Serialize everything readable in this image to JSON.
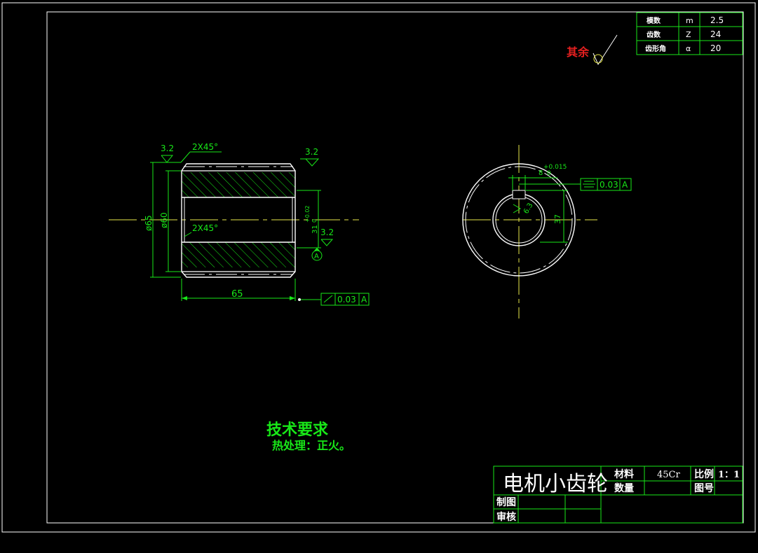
{
  "gear_table": [
    {
      "name": "模数",
      "symbol": "m",
      "value": "2.5"
    },
    {
      "name": "齿数",
      "symbol": "Z",
      "value": "24"
    },
    {
      "name": "齿形角",
      "symbol": "α",
      "value": "20"
    }
  ],
  "surface_note": "其余",
  "front_view": {
    "roughness_left": "3.2",
    "roughness_right": "3.2",
    "roughness_bore": "3.2",
    "chamfer_top": "2X45°",
    "chamfer_inner": "2X45°",
    "dia_outer": "ø65",
    "dia_root": "ø60",
    "length": "65",
    "bore_dim": "31",
    "bore_tol_upper": "+0.02",
    "bore_tol_lower": "0",
    "datum_label": "A",
    "runout_value": "0.03",
    "runout_datum": "A"
  },
  "side_view": {
    "key_width": "8",
    "key_tol": "+0.015",
    "key_tol_lower": "0",
    "key_roughness": "6.3",
    "key_depth": "37",
    "symmetry_value": "0.03",
    "symmetry_datum": "A"
  },
  "notes": {
    "title": "技术要求",
    "line1": "热处理：正火。"
  },
  "title_block": {
    "part_name": "电机小齿轮",
    "material_label": "材料",
    "material_value": "45Cr",
    "scale_label": "比例",
    "scale_value": "1：1",
    "quantity_label": "数量",
    "drawing_no_label": "图号",
    "drawn_label": "制图",
    "checked_label": "审核"
  }
}
